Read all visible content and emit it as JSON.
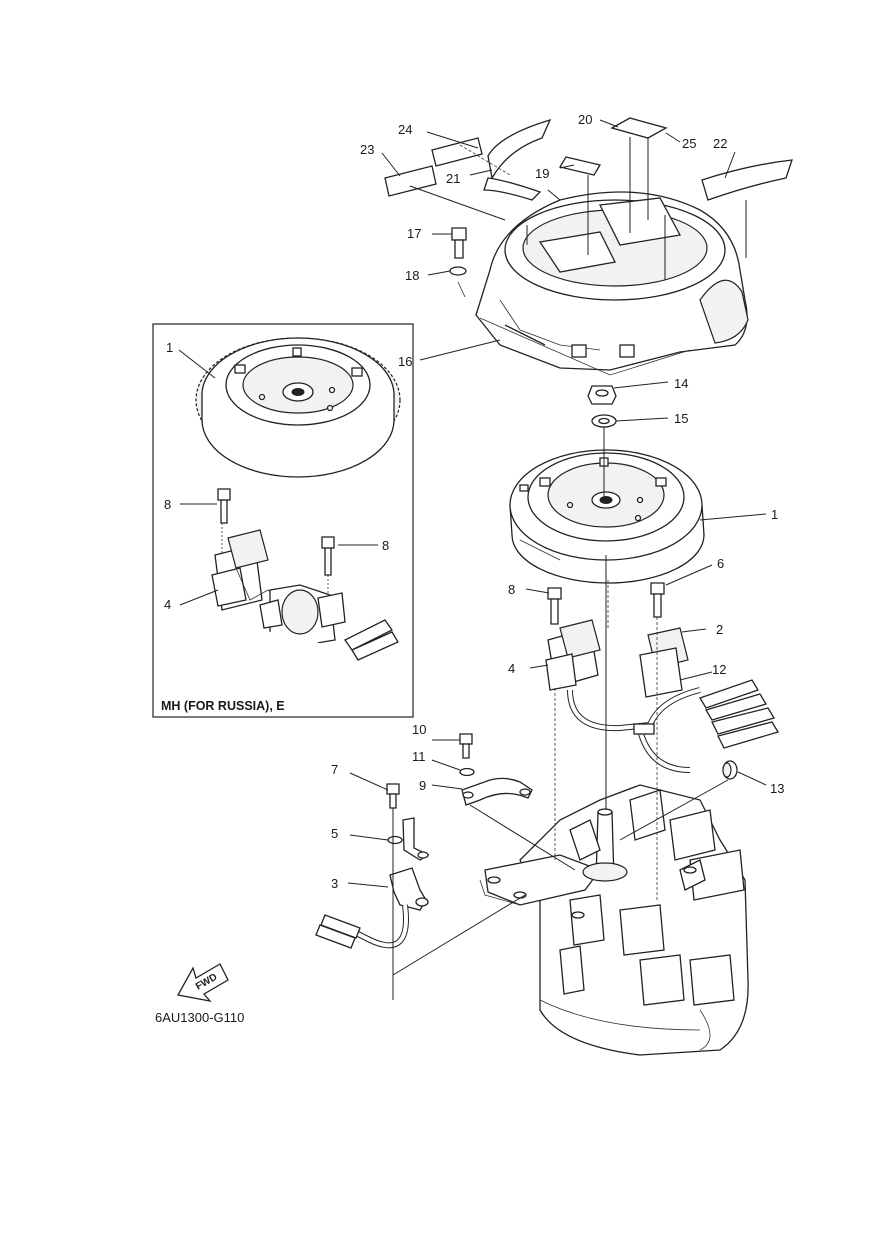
{
  "inset": {
    "caption": "MH (FOR RUSSIA), E"
  },
  "drawing_code": "6AU1300-G110",
  "fwd_label": "FWD",
  "labels": {
    "p1_main": "1",
    "p1_inset": "1",
    "p2": "2",
    "p3": "3",
    "p4_main": "4",
    "p4_inset": "4",
    "p5": "5",
    "p6": "6",
    "p7": "7",
    "p8_main": "8",
    "p8_inset_a": "8",
    "p8_inset_b": "8",
    "p9": "9",
    "p10": "10",
    "p11": "11",
    "p12": "12",
    "p13": "13",
    "p14": "14",
    "p15": "15",
    "p16": "16",
    "p17": "17",
    "p18": "18",
    "p19": "19",
    "p20": "20",
    "p21": "21",
    "p22": "22",
    "p23": "23",
    "p24": "24",
    "p25": "25"
  }
}
